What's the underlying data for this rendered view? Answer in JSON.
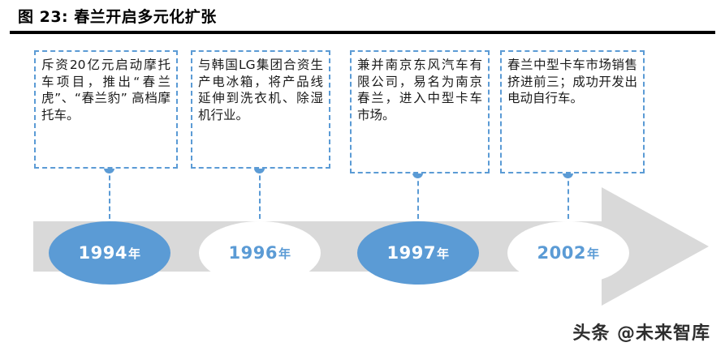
{
  "figure": {
    "label": "图 23: 春兰开启多元化扩张"
  },
  "colors": {
    "accent_blue": "#5B9BD5",
    "arrow_gray": "#D9D9D9",
    "text_black": "#000000",
    "box_border": "#5B9BD5"
  },
  "timeline": {
    "type": "arrow-right",
    "milestones": [
      {
        "year_number": "1994",
        "year_suffix": "年",
        "style": "filled",
        "description": "斥资20亿元启动摩托车项目，推出“春兰虎”、“春兰豹” 高档摩托车。"
      },
      {
        "year_number": "1996",
        "year_suffix": "年",
        "style": "hollow",
        "description": "与韩国LG集团合资生产电冰箱，将产品线延伸到洗衣机、除湿机行业。"
      },
      {
        "year_number": "1997",
        "year_suffix": "年",
        "style": "filled",
        "description": "兼并南京东风汽车有限公司，易名为南京春兰，进入中型卡车市场。"
      },
      {
        "year_number": "2002",
        "year_suffix": "年",
        "style": "hollow",
        "description": "春兰中型卡车市场销售挤进前三；成功开发出电动自行车。"
      }
    ]
  },
  "watermark": {
    "text": "头条 @未来智库"
  }
}
